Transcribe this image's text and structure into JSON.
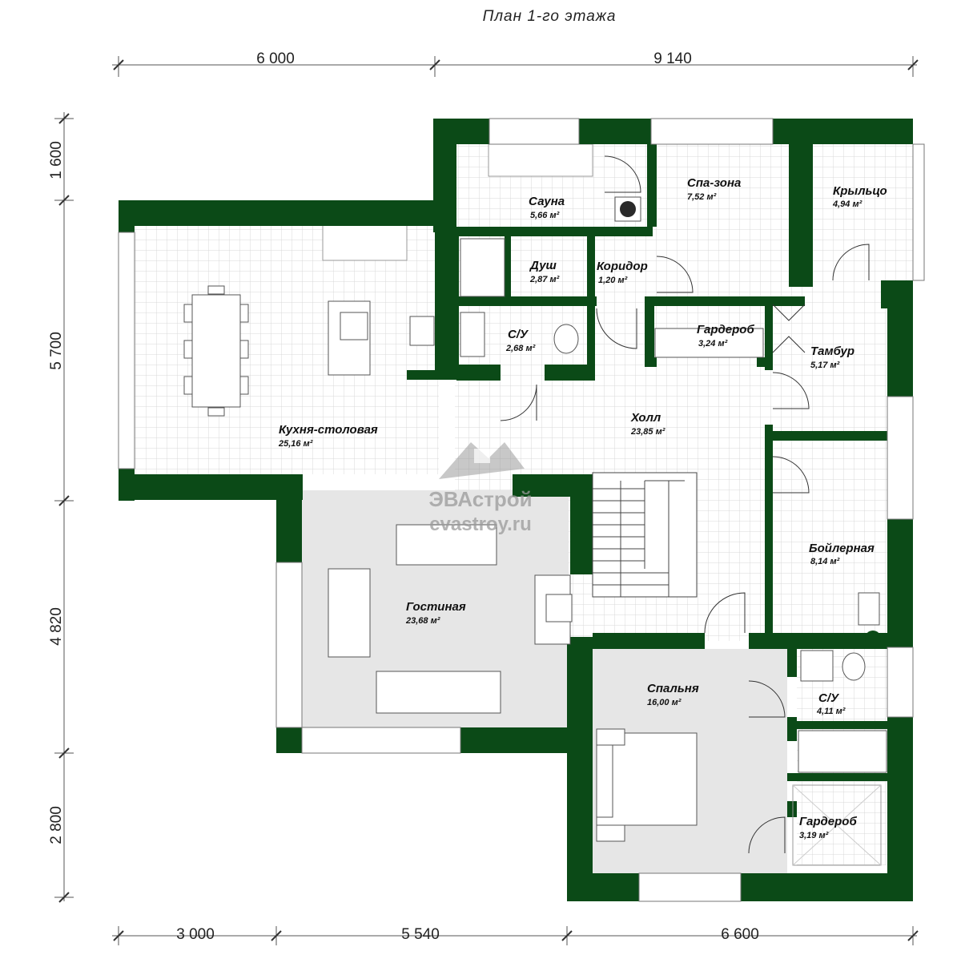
{
  "title": "План 1-го этажа",
  "dimensions": {
    "top": [
      "6 000",
      "9 140"
    ],
    "bottom": [
      "3 000",
      "5 540",
      "6 600"
    ],
    "left": [
      "1 600",
      "5 700",
      "4 820",
      "2 800"
    ]
  },
  "rooms": [
    {
      "id": "sauna",
      "name": "Сауна",
      "area": "5,66 м²"
    },
    {
      "id": "spa",
      "name": "Спа-зона",
      "area": "7,52 м²"
    },
    {
      "id": "porch",
      "name": "Крыльцо",
      "area": "4,94 м²"
    },
    {
      "id": "shower",
      "name": "Душ",
      "area": "2,87 м²"
    },
    {
      "id": "corridor",
      "name": "Коридор",
      "area": "1,20 м²"
    },
    {
      "id": "wardrobe1",
      "name": "Гардероб",
      "area": "3,24 м²"
    },
    {
      "id": "vestibule",
      "name": "Тамбур",
      "area": "5,17 м²"
    },
    {
      "id": "wc1",
      "name": "С/У",
      "area": "2,68 м²"
    },
    {
      "id": "kitchen",
      "name": "Кухня-столовая",
      "area": "25,16 м²"
    },
    {
      "id": "hall",
      "name": "Холл",
      "area": "23,85 м²"
    },
    {
      "id": "boiler",
      "name": "Бойлерная",
      "area": "8,14 м²"
    },
    {
      "id": "living",
      "name": "Гостиная",
      "area": "23,68 м²"
    },
    {
      "id": "bedroom",
      "name": "Спальня",
      "area": "16,00 м²"
    },
    {
      "id": "wc2",
      "name": "С/У",
      "area": "4,11 м²"
    },
    {
      "id": "wardrobe2",
      "name": "Гардероб",
      "area": "3,19 м²"
    }
  ],
  "watermark": {
    "brand": "ЭВАстрой",
    "site": "evastroy.ru"
  },
  "colors": {
    "wall": "#0b4a17",
    "floor_light": "#f4f4f4",
    "floor_grey": "#e6e6e6",
    "grid": "#d6d6d6"
  }
}
